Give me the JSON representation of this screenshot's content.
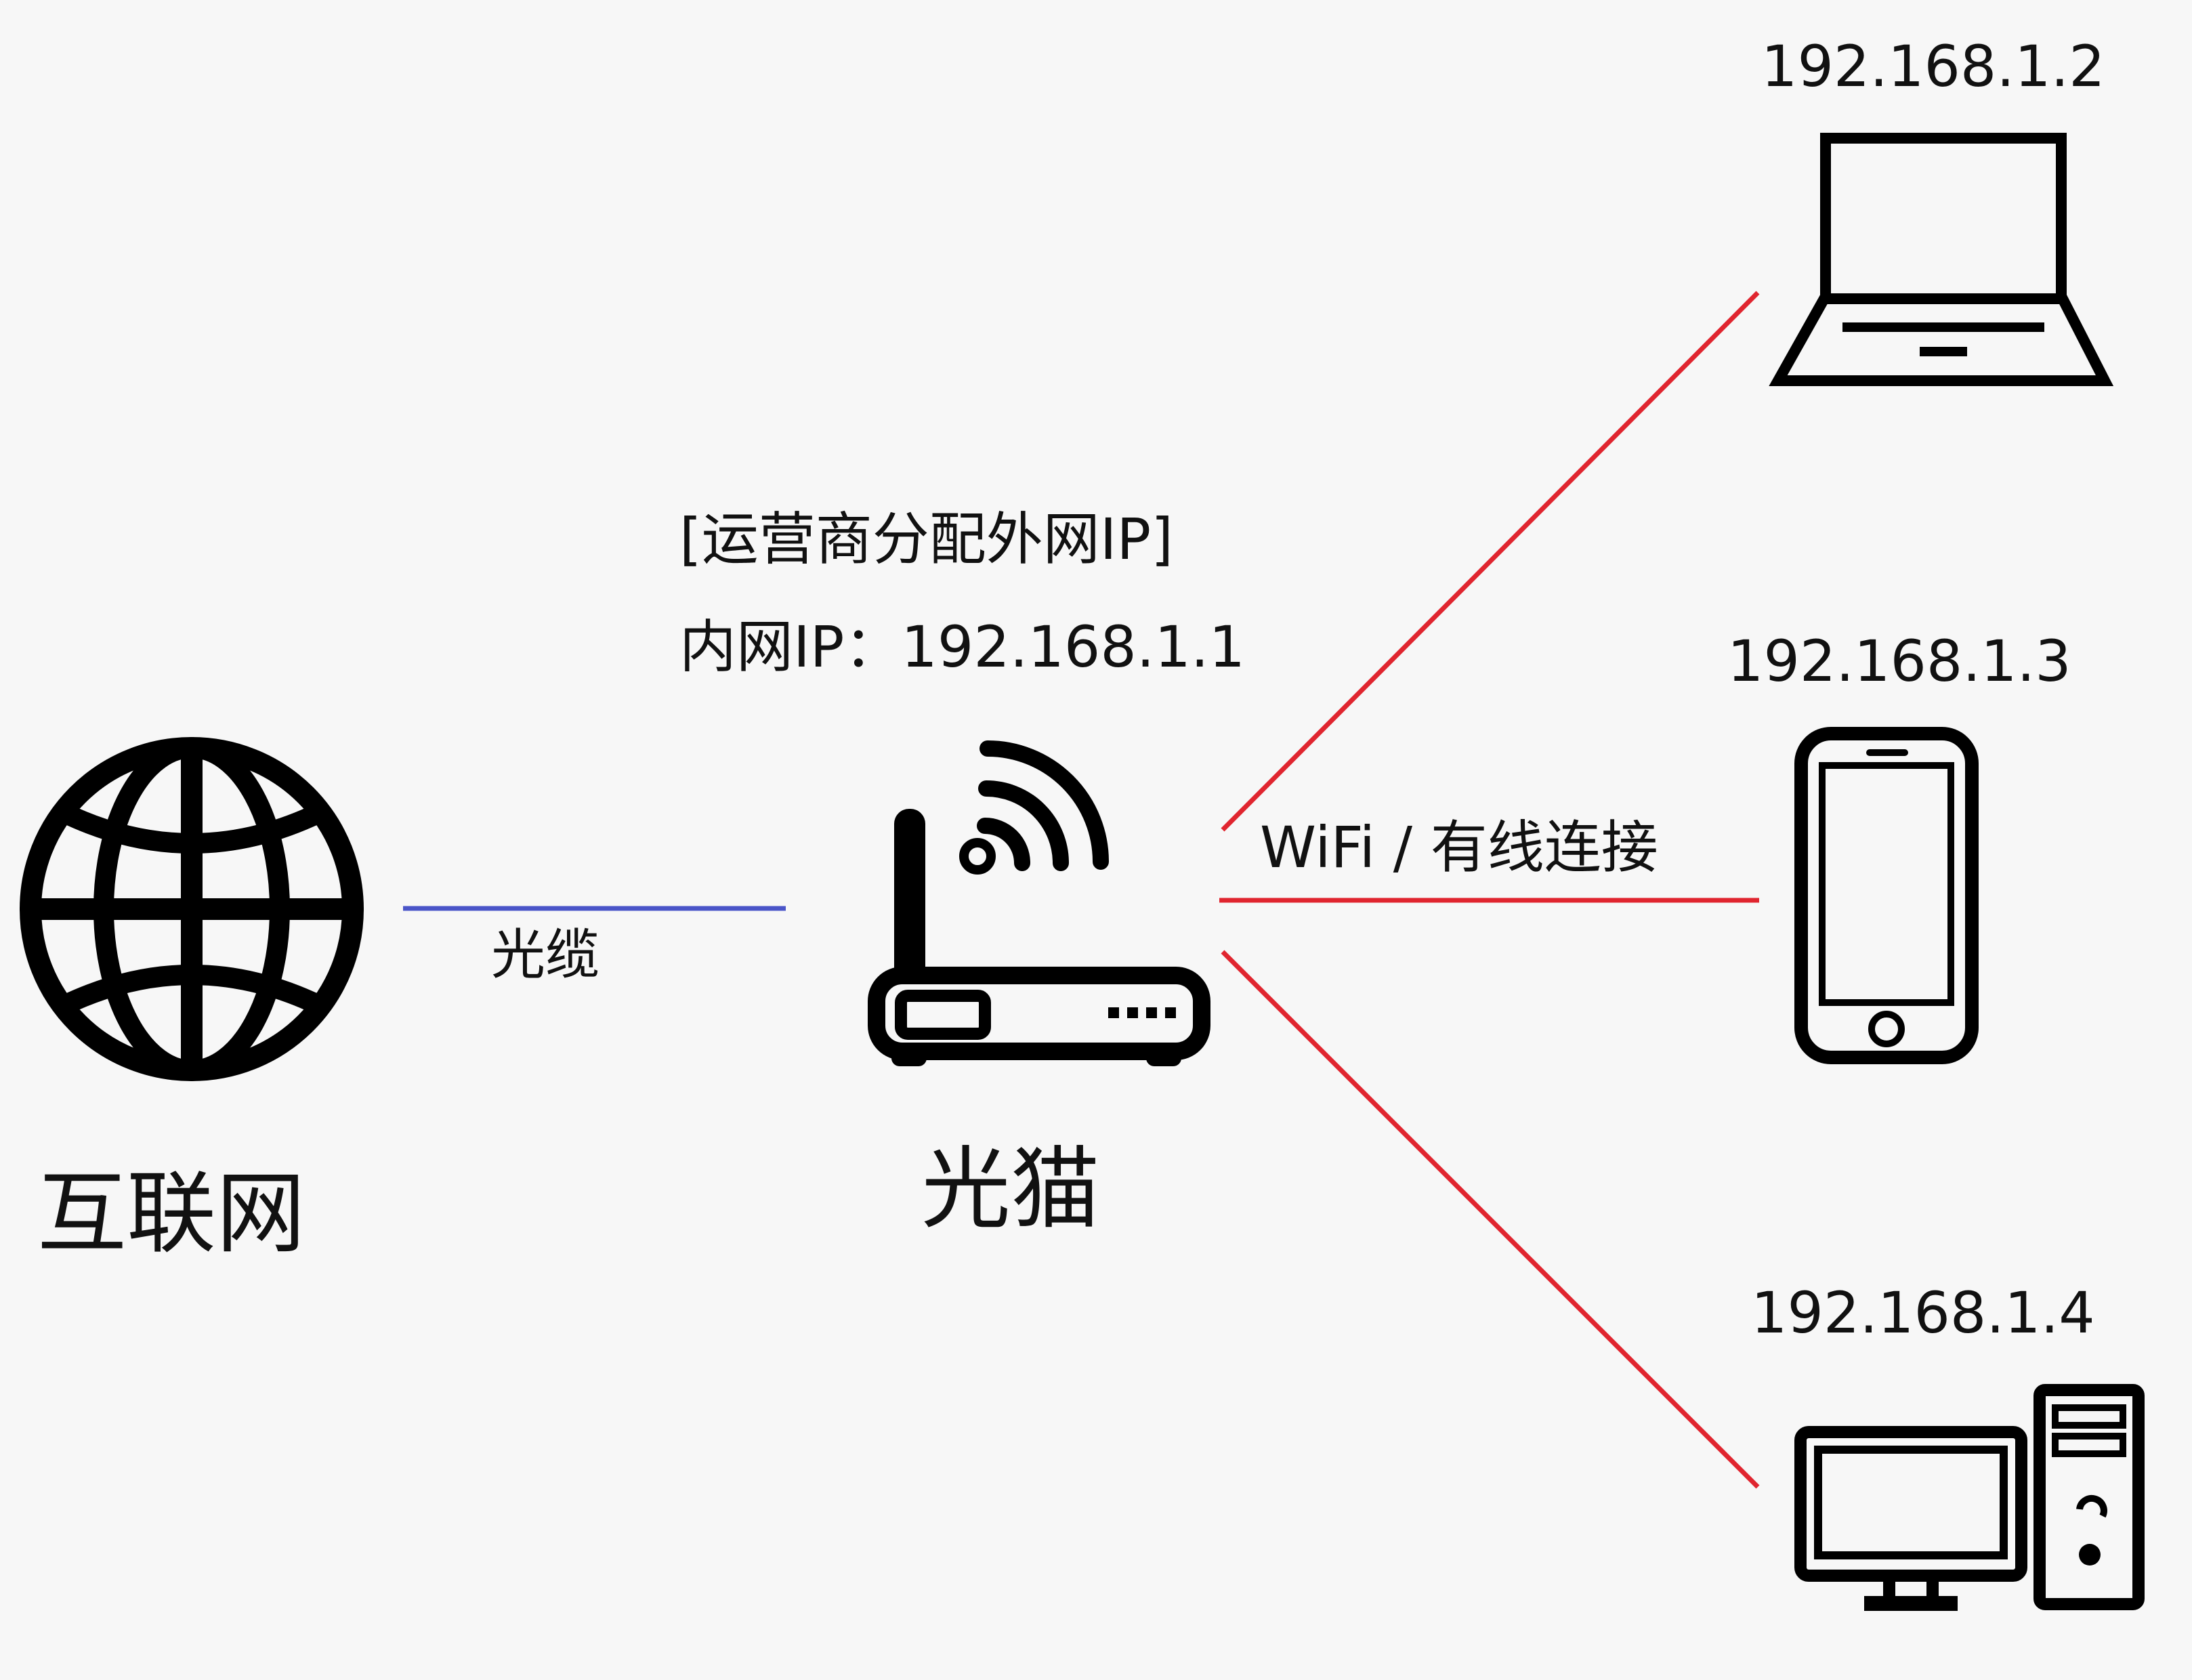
{
  "colors": {
    "background": "#f7f7f7",
    "icon": "#000000",
    "fiber_link": "#4a55c8",
    "lan_link": "#e0252f",
    "text": "#111111"
  },
  "internet": {
    "label": "互联网",
    "icon": "globe-icon"
  },
  "fiber": {
    "label": "光缆"
  },
  "modem": {
    "label": "光猫",
    "icon": "router-icon",
    "wan_note": "[运营商分配外网IP]",
    "lan_ip": "内网IP：192.168.1.1"
  },
  "lan_link": {
    "label": "WiFi / 有线连接"
  },
  "devices": [
    {
      "ip": "192.168.1.2",
      "icon": "laptop-icon"
    },
    {
      "ip": "192.168.1.3",
      "icon": "phone-icon"
    },
    {
      "ip": "192.168.1.4",
      "icon": "desktop-computer-icon"
    }
  ]
}
